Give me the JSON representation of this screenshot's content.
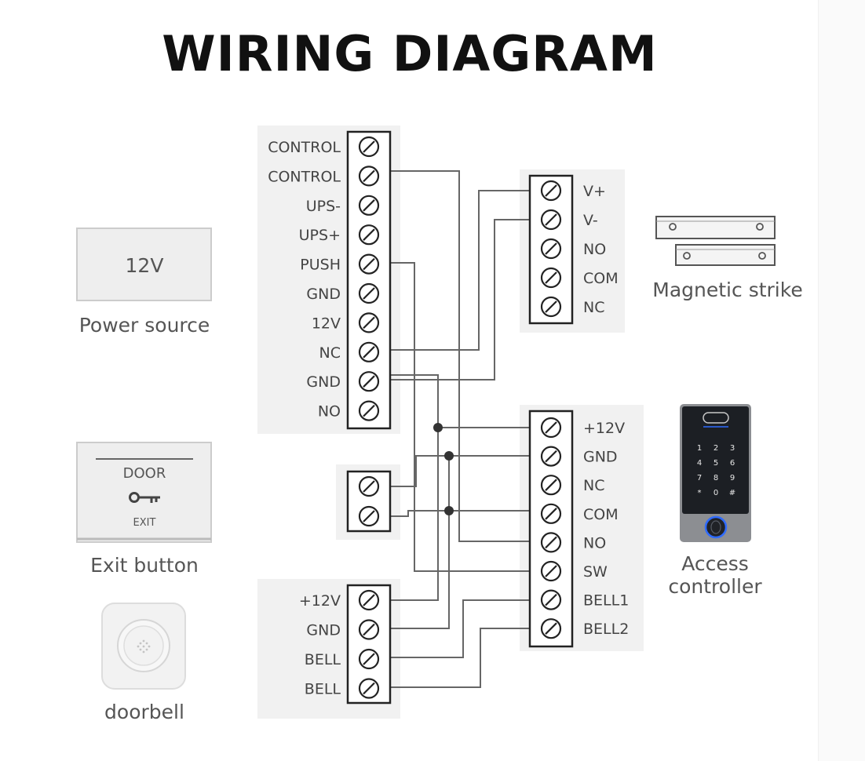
{
  "title": "WIRING DIAGRAM",
  "main_terminal": {
    "labels": [
      "CONTROL",
      "CONTROL",
      "UPS-",
      "UPS+",
      "PUSH",
      "GND",
      "12V",
      "NC",
      "GND",
      "NO"
    ]
  },
  "lock_terminal": {
    "labels": [
      "V+",
      "V-",
      "NO",
      "COM",
      "NC"
    ]
  },
  "controller_terminal": {
    "labels": [
      "+12V",
      "GND",
      "NC",
      "COM",
      "NO",
      "SW",
      "BELL1",
      "BELL2"
    ]
  },
  "exit_terminal": {
    "labels": [
      "",
      ""
    ]
  },
  "bell_terminal": {
    "labels": [
      "+12V",
      "GND",
      "BELL",
      "BELL"
    ]
  },
  "devices": {
    "power_source": {
      "screen_text": "12V",
      "label": "Power source"
    },
    "exit_button": {
      "door_text": "DOOR",
      "exit_text": "EXIT",
      "label": "Exit button"
    },
    "doorbell": {
      "label": "doorbell"
    },
    "magnetic_strike": {
      "label": "Magnetic strike"
    },
    "access_controller": {
      "label_line1": "Access",
      "label_line2": "controller",
      "keys": [
        "1",
        "2",
        "3",
        "4",
        "5",
        "6",
        "7",
        "8",
        "9",
        "*",
        "0",
        "#"
      ]
    }
  },
  "colors": {
    "wire": "#666666",
    "panel": "#f1f1f1",
    "terminal_border": "#222222",
    "controller_body": "#1c1f24",
    "controller_accent": "#2f6bff"
  }
}
